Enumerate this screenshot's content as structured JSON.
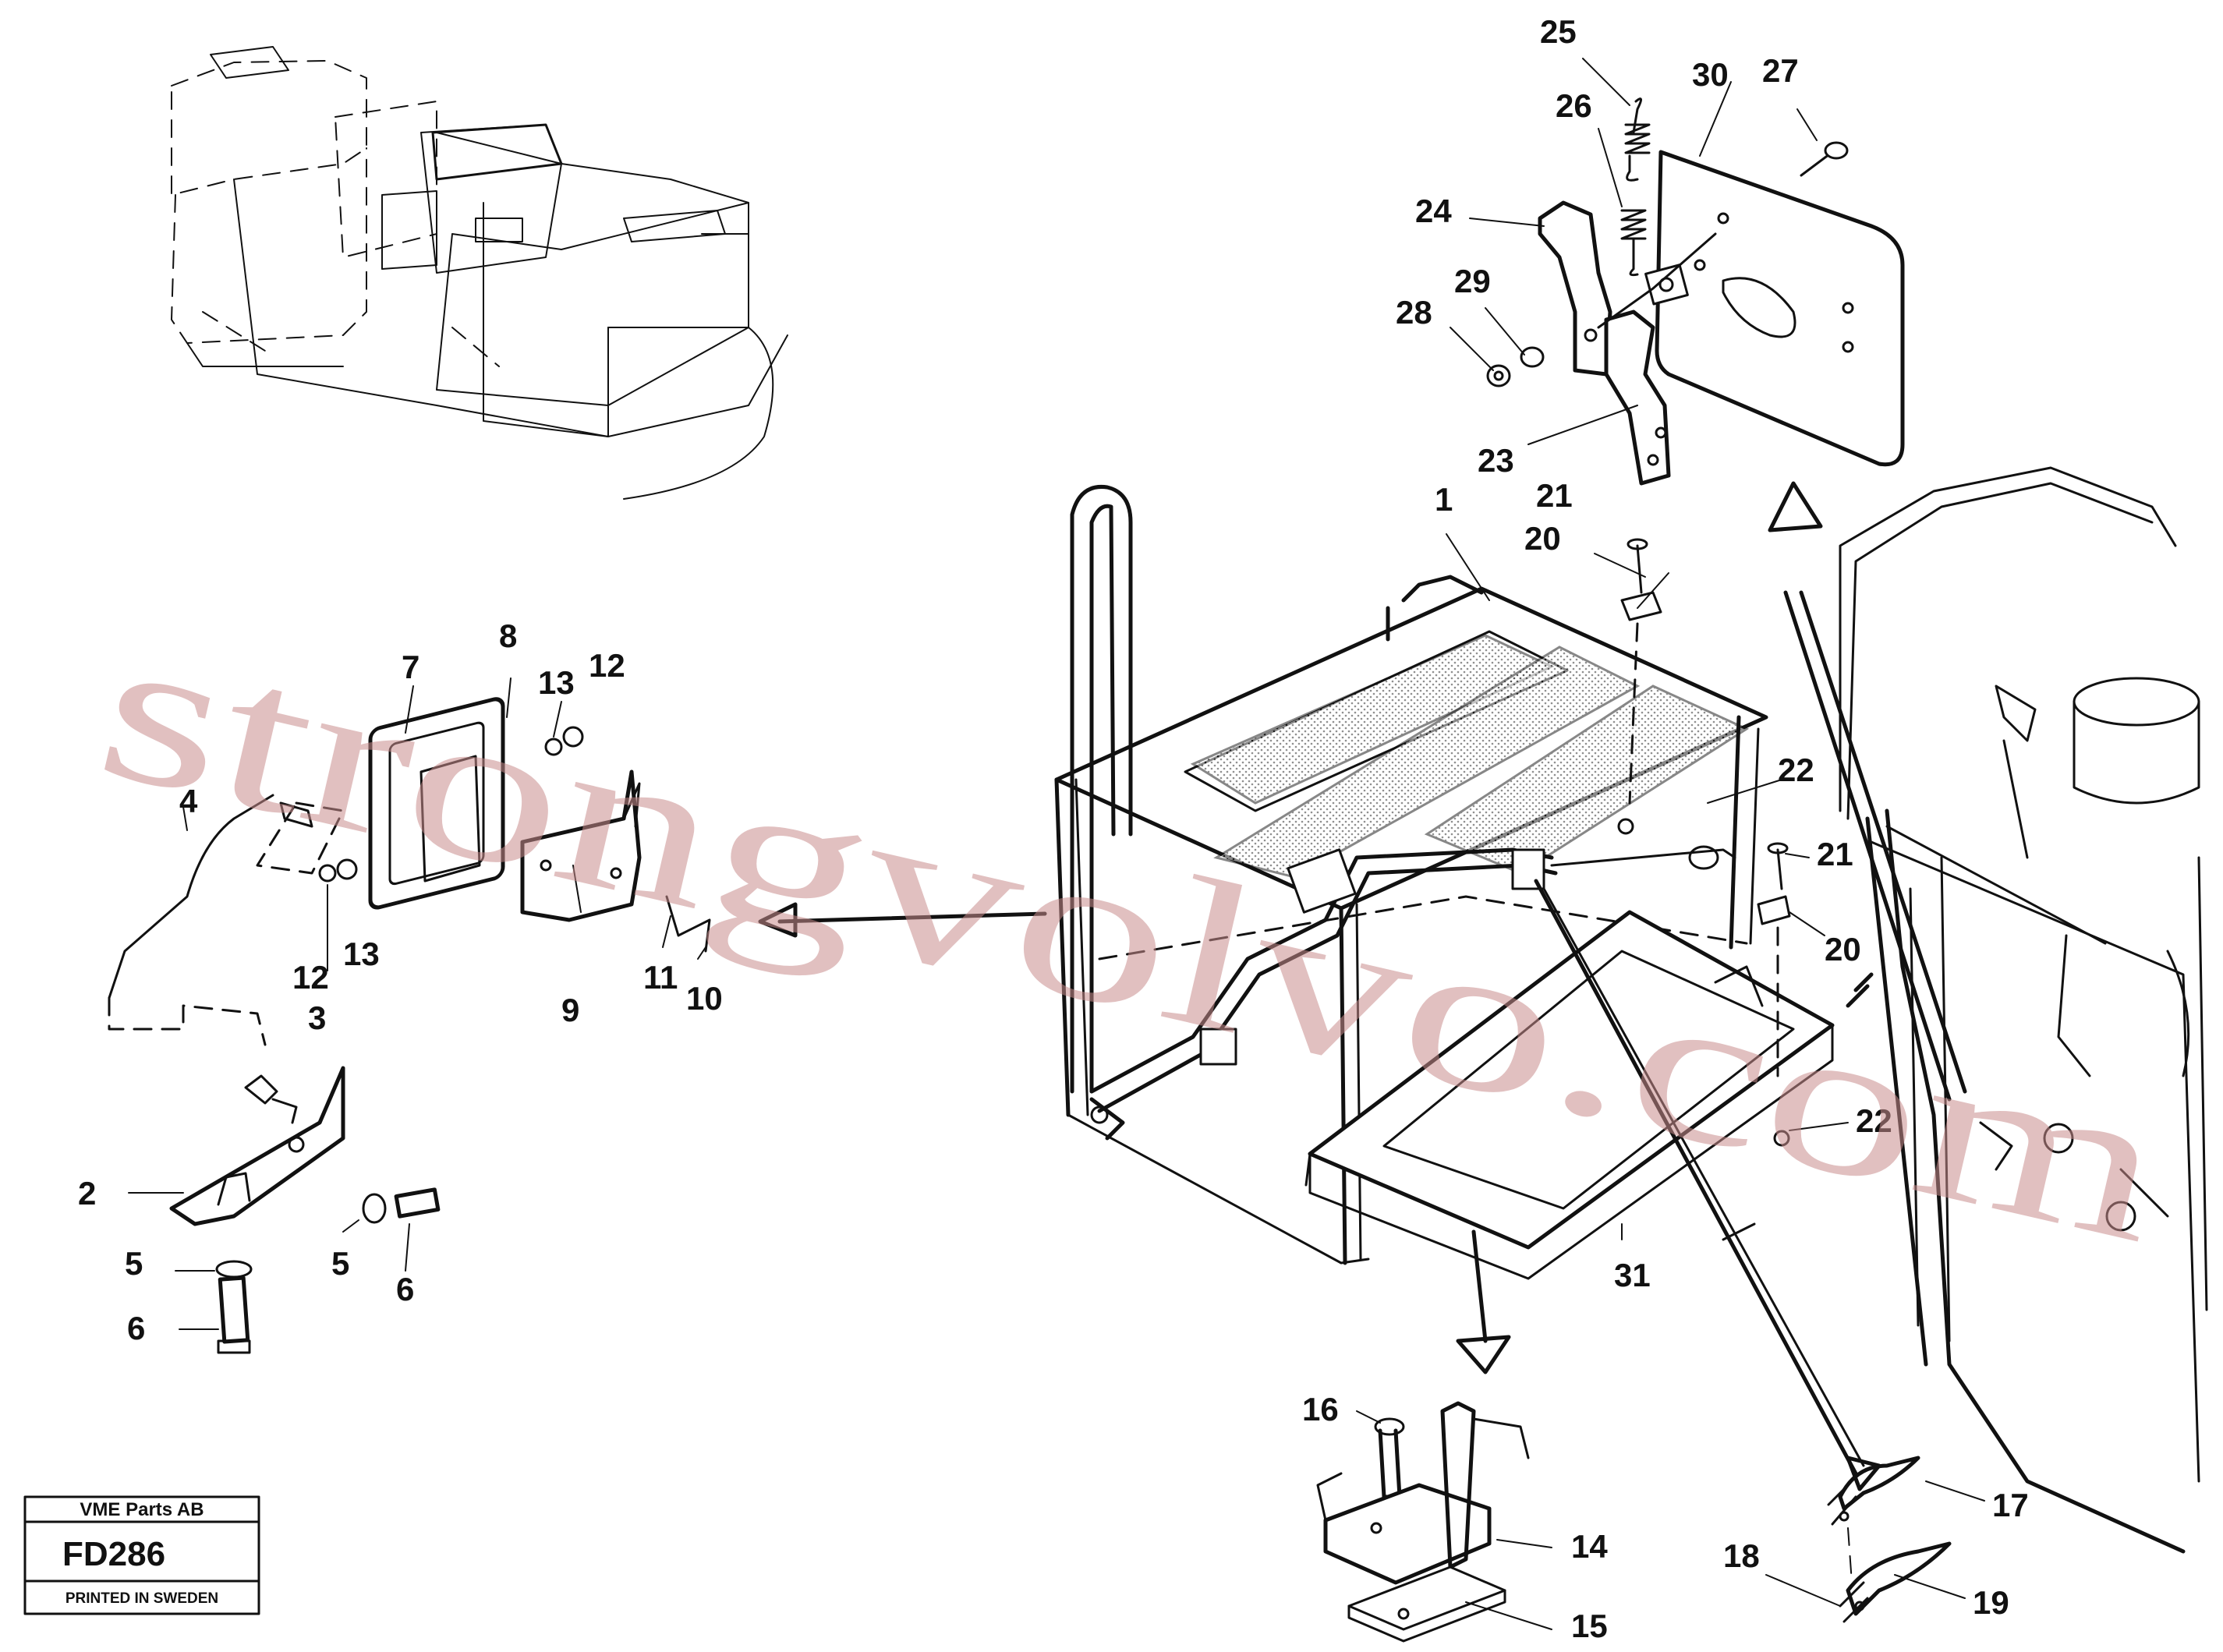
{
  "watermark": "strongvolvo.com",
  "title_block": {
    "company": "VME Parts AB",
    "drawing_number": "FD286",
    "footer": "PRINTED IN SWEDEN"
  },
  "callouts": {
    "n1": "1",
    "n2": "2",
    "n3": "3",
    "n4": "4",
    "n5a": "5",
    "n5b": "5",
    "n6a": "6",
    "n6b": "6",
    "n7": "7",
    "n8": "8",
    "n9": "9",
    "n10": "10",
    "n11": "11",
    "n12a": "12",
    "n12b": "12",
    "n13a": "13",
    "n13b": "13",
    "n14": "14",
    "n15": "15",
    "n16": "16",
    "n17": "17",
    "n18": "18",
    "n19": "19",
    "n20a": "20",
    "n20b": "20",
    "n21a": "21",
    "n21b": "21",
    "n22a": "22",
    "n22b": "22",
    "n23": "23",
    "n24": "24",
    "n25": "25",
    "n26": "26",
    "n27": "27",
    "n28": "28",
    "n29": "29",
    "n30": "30",
    "n31": "31"
  },
  "colors": {
    "ink": "#111111",
    "watermark": "#c98c8c",
    "paper": "#ffffff"
  }
}
